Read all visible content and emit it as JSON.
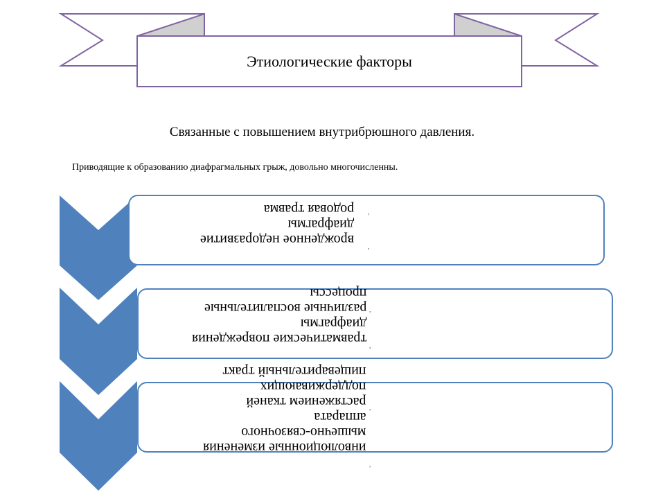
{
  "banner": {
    "title": "Этиологические  факторы"
  },
  "subtitle": "Связанные с повышением внутрибрюшного давления.",
  "note": "Приводящие к образованию диафрагмальных грыж, довольно многочисленны.",
  "cards": [
    {
      "lines": [
        "врожденное недоразвитие",
        "диафрагмы",
        "родовая травма"
      ]
    },
    {
      "lines": [
        "травматические повреждения",
        "диафрагмы",
        "различные воспалительные",
        "процессы"
      ]
    },
    {
      "lines": [
        "инволюционные изменения",
        "мышечно-связочного",
        "аппарата",
        "растяжением тканей",
        "поддерживающих",
        "пищеварительный тракт"
      ]
    }
  ],
  "colors": {
    "chevron": "#4f81bd",
    "card_border": "#4f81bd",
    "banner_border": "#8064a2",
    "banner_fold": "#d0d0d0"
  }
}
